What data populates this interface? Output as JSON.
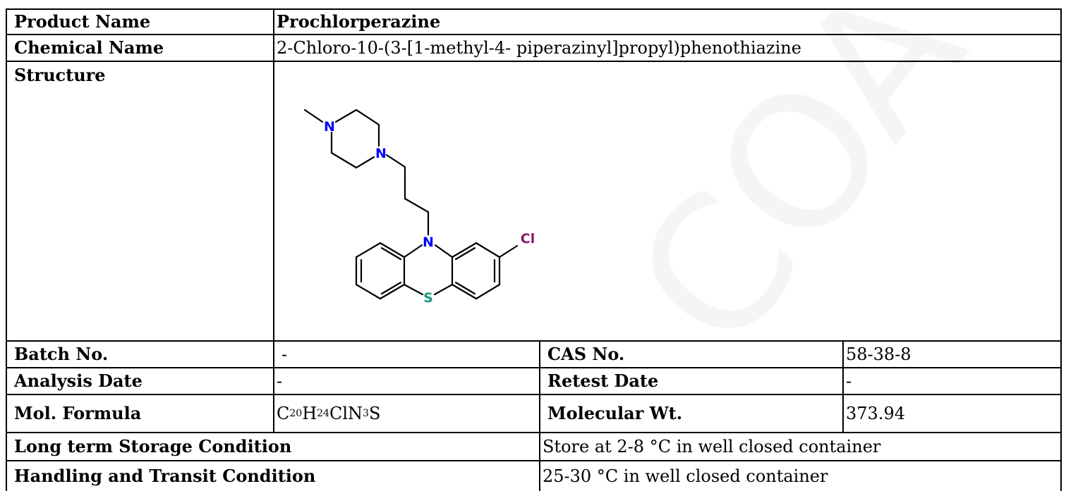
{
  "product_name_label": "Product Name",
  "product_name": "Prochlorperazine",
  "chemical_name_label": "Chemical Name",
  "chemical_name": "2-Chloro-10-(3-[1-methyl-4- piperazinyl]propyl)phenothiazine",
  "structure_label": "Structure",
  "structure_atoms": {
    "n_top": "N",
    "n_mid": "N",
    "n_ring": "N",
    "cl": "Cl",
    "s": "S"
  },
  "batch_label": "Batch No.",
  "batch_value": "-",
  "cas_label": "CAS No.",
  "cas_value": "58-38-8",
  "analysis_date_label": "Analysis Date",
  "analysis_date_value": "-",
  "retest_label": "Retest Date",
  "retest_value": "-",
  "mol_formula_label": "Mol. Formula",
  "mol_formula": {
    "c": "C",
    "c_n": "20",
    "h": "H",
    "h_n": "24",
    "cln": "ClN",
    "n_n": "3",
    "s": "S"
  },
  "mol_wt_label": "Molecular Wt.",
  "mol_wt_value": "373.94",
  "storage_label": "Long term Storage Condition",
  "storage_value": "Store at 2-8 °C in well closed container",
  "transit_label": "Handling and Transit Condition",
  "transit_value": "25-30 °C in well closed container",
  "watermark": "COA",
  "colors": {
    "nitrogen": "#0000ff",
    "sulfur": "#1a9a7a",
    "chlorine": "#8b1a6b"
  }
}
